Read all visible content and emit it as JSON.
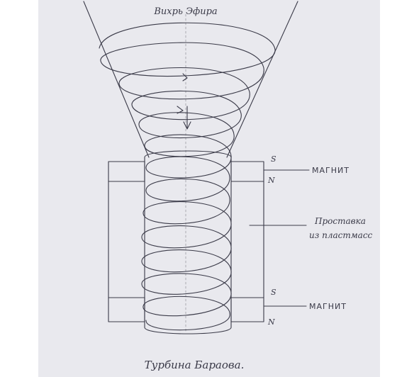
{
  "diagram": {
    "title": "Вихрь Эфира",
    "caption": "Турбина Бараова.",
    "labels": {
      "magnet_top": "МАГНИТ",
      "magnet_bottom": "МАГНИТ",
      "spacer_line1": "Проставка",
      "spacer_line2": "из пластмасс",
      "pole_s_top": "S",
      "pole_n_top": "N",
      "pole_s_bottom": "S",
      "pole_n_bottom": "N"
    },
    "colors": {
      "paper": "#e9e9ee",
      "ink": "#3a3a48"
    }
  }
}
